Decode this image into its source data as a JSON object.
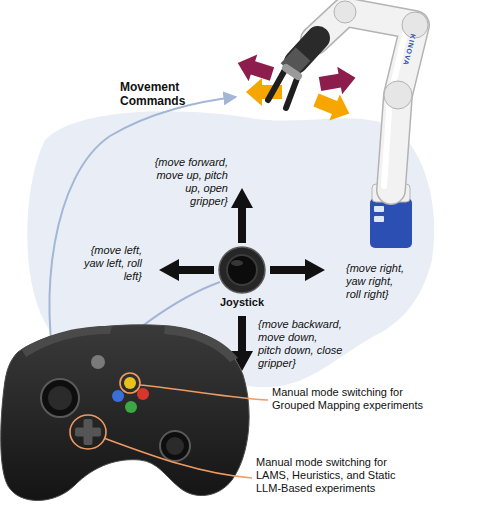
{
  "diagram": {
    "nodes": [
      {
        "text": [
          "Joystick"
        ]
      }
    ],
    "labels": [
      "Movement Commands",
      "{move forward, move up, pitch up, open gripper}",
      "{move left, yaw left, roll left}",
      "{move right, yaw right, roll right}",
      "{move backward, move down, pitch down, close gripper}",
      "Manual mode switching for Grouped Mapping experiments",
      "Manual mode switching for LAMS, Heuristics, and Static LLM-Based experiments",
      "KINOVA"
    ]
  }
}
